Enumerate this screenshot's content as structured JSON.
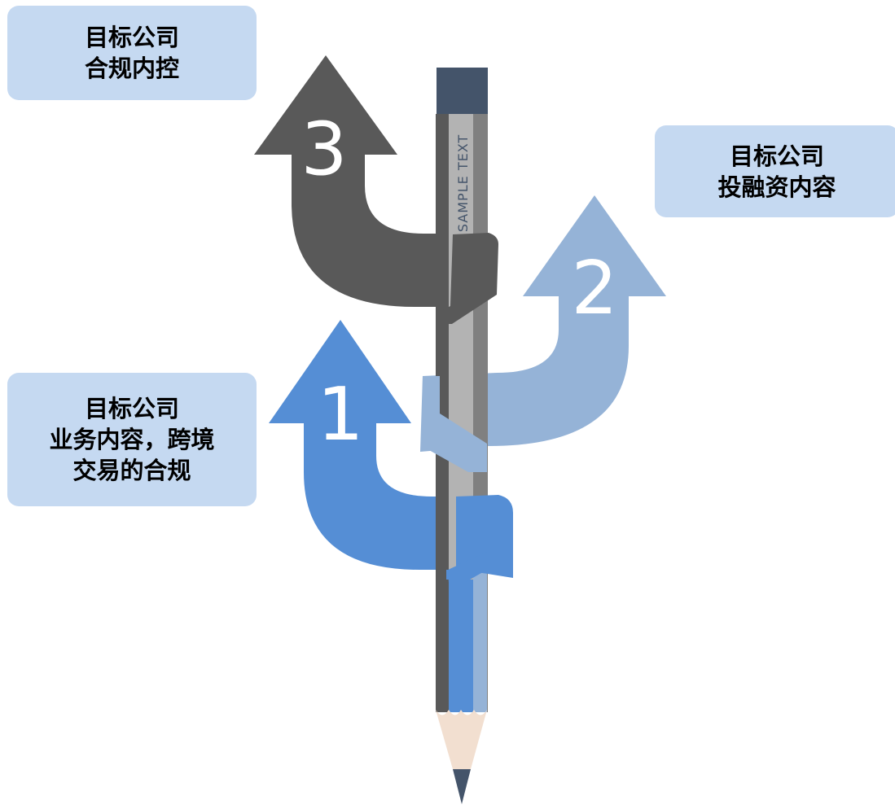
{
  "colors": {
    "arrow_1": "#558ed5",
    "arrow_2": "#95b3d7",
    "arrow_3": "#595959",
    "label_box": "#c5d9f1",
    "pencil_cap": "#44546a",
    "pencil_body_dark": "#595959",
    "pencil_body_mid": "#808080",
    "pencil_body_light": "#b3b3b3",
    "pencil_wood": "#f2dfd0",
    "pencil_lead": "#44546a"
  },
  "pencil": {
    "text": "SAMPLE TEXT"
  },
  "steps": [
    {
      "number": "1",
      "lines": [
        "目标公司",
        "业务内容，跨境",
        "交易的合规"
      ]
    },
    {
      "number": "2",
      "lines": [
        "目标公司",
        "投融资内容"
      ]
    },
    {
      "number": "3",
      "lines": [
        "目标公司",
        "合规内控"
      ]
    }
  ]
}
